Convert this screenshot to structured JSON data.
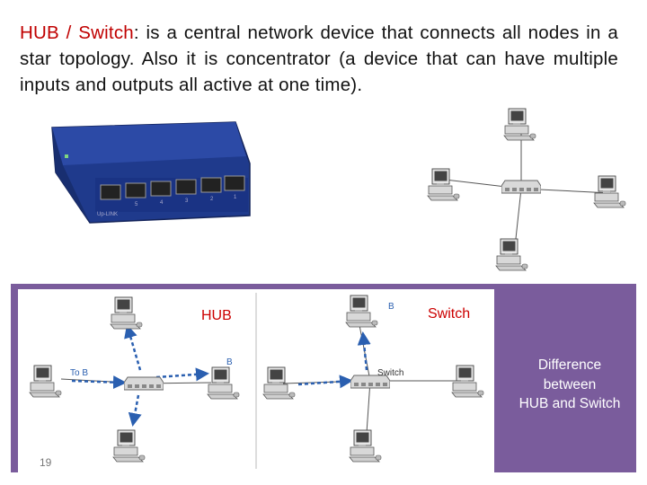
{
  "intro": {
    "term": "HUB / Switch",
    "text": ": is a central network device that connects all nodes in a star topology. Also it is concentrator (a device that can have multiple inputs and outputs all active at one time)."
  },
  "star_diagram": {},
  "compare": {
    "hub_label": "HUB",
    "switch_label": "Switch",
    "hub_arrow_label": "To B",
    "hub_dest_label": "B",
    "switch_dest_label": "B",
    "switch_device_label": "Switch"
  },
  "caption": {
    "line1": "Difference",
    "line2": "between",
    "line3": "HUB and Switch"
  },
  "device_photo": {
    "brand": "Up-LINK",
    "port_numbers": [
      "5",
      "4",
      "3",
      "2",
      "1"
    ]
  },
  "page_number": "19",
  "colors": {
    "term": "#c00000",
    "panel": "#7a5c9c",
    "label_red": "#cc0000",
    "arrow_blue": "#2a5fb0"
  }
}
